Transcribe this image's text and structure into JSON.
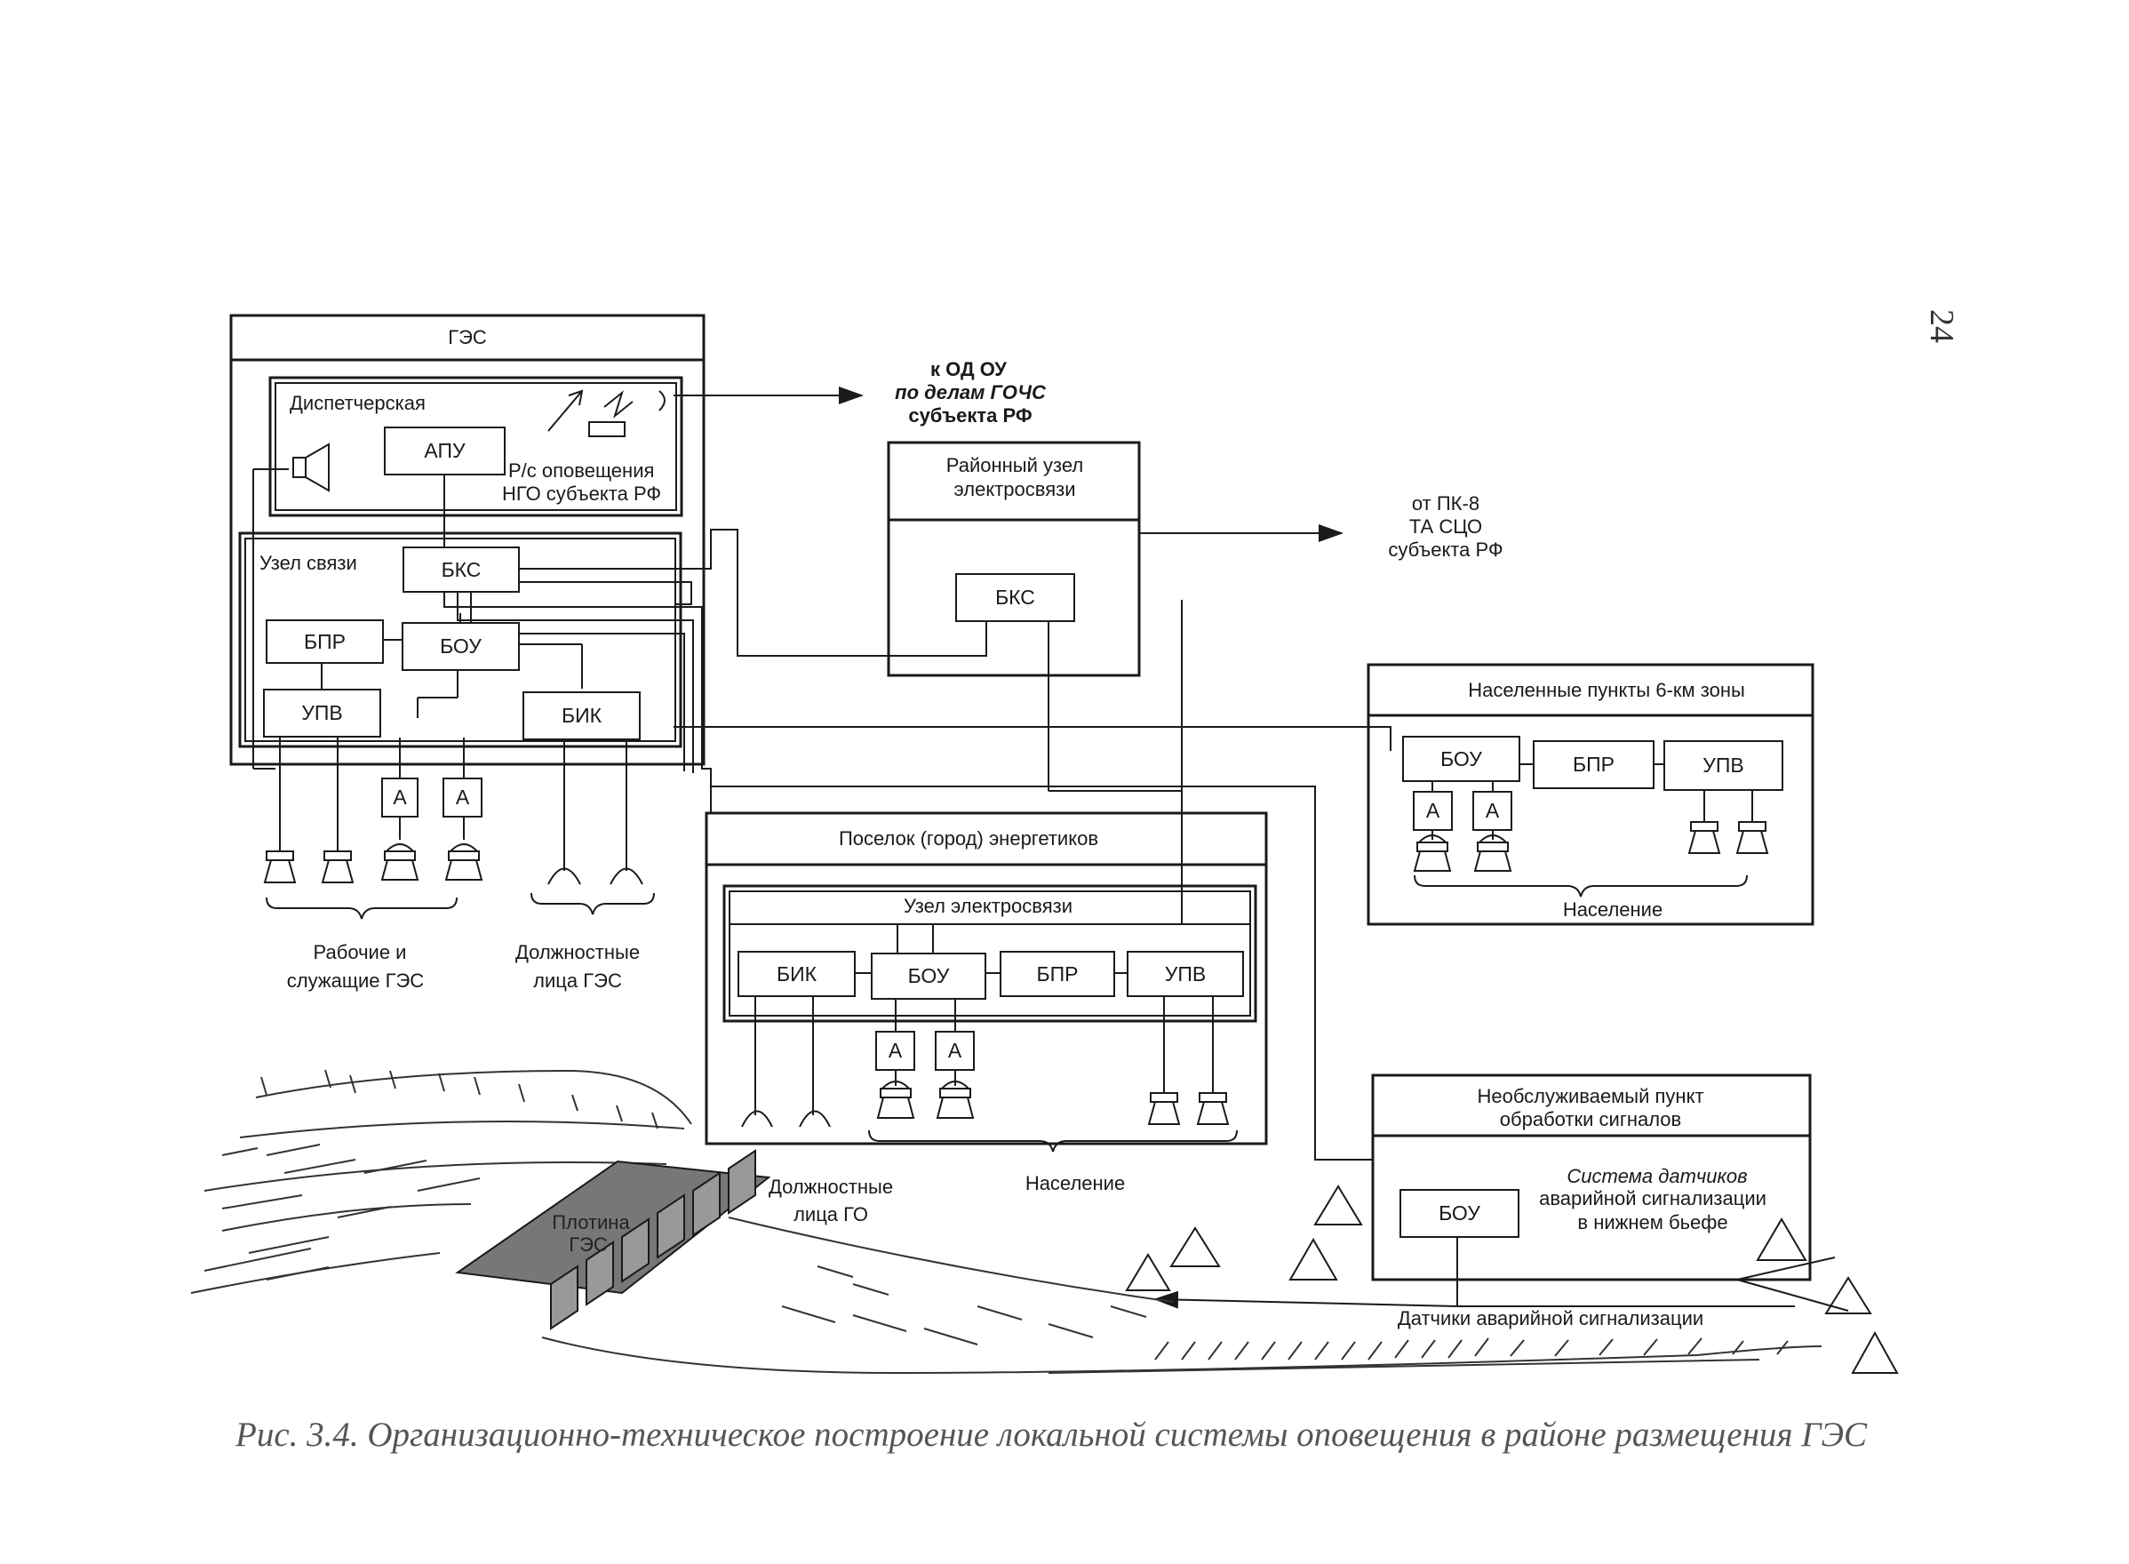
{
  "page_number": "24",
  "ges": {
    "title": "ГЭС",
    "dispatch": {
      "title": "Диспетчерская",
      "apu": "АПУ",
      "radio_line1": "Р/с оповещения",
      "radio_line2": "НГО субъекта РФ"
    },
    "comm_node": {
      "title": "Узел связи",
      "bks": "БКС",
      "bpr": "БПР",
      "bou": "БОУ",
      "upv": "УПВ",
      "bik": "БИК",
      "amp": "А"
    },
    "workers_line1": "Рабочие и",
    "workers_line2": "служащие ГЭС",
    "officials_line1": "Должностные",
    "officials_line2": "лица  ГЭС"
  },
  "od_ou": {
    "line1": "к ОД ОУ",
    "line2": "по делам ГОЧС",
    "line3": "субъекта РФ"
  },
  "district_node": {
    "line1": "Районный узел",
    "line2": "электросвязи",
    "bks": "БКС"
  },
  "pk8": {
    "line1": "от ПК-8",
    "line2": "ТА СЦО",
    "line3": "субъекта РФ"
  },
  "zone": {
    "title": "Населенные пункты 6-км зоны",
    "bou": "БОУ",
    "bpr": "БПР",
    "upv": "УПВ",
    "amp": "А",
    "population": "Население"
  },
  "town": {
    "title": "Поселок (город) энергетиков",
    "node_title": "Узел электросвязи",
    "bik": "БИК",
    "bou": "БОУ",
    "bpr": "БПР",
    "upv": "УПВ",
    "amp": "А",
    "officials_line1": "Должностные",
    "officials_line2": "лица  ГО",
    "population": "Население"
  },
  "unattended": {
    "line1": "Необслуживаемый пункт",
    "line2": "обработки сигналов",
    "bou": "БОУ",
    "sensors_line1": "Система датчиков",
    "sensors_line2": "аварийной сигнализации",
    "sensors_line3": "в нижнем бьефе"
  },
  "dam_line1": "Плотина",
  "dam_line2": "ГЭС",
  "alarm_sensors": "Датчики аварийной сигнализации",
  "caption": "Рис. 3.4. Организационно-техническое построение локальной системы оповещения в районе размещения ГЭС",
  "colors": {
    "ink": "#1a1a1a",
    "dam": "#777777",
    "caption": "#555555"
  }
}
